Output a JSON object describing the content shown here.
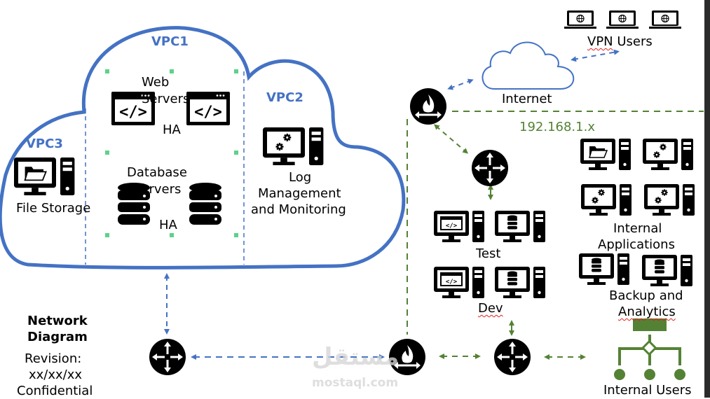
{
  "title": "Network Diagram",
  "colors": {
    "cloud_blue": "#4472c4",
    "lan_green": "#548235",
    "handle_green": "#5dd28b",
    "icon_black": "#000000"
  },
  "cloud": {
    "vpcs": [
      {
        "id": "vpc1",
        "label": "VPC1",
        "groups": [
          {
            "label_line1": "Web",
            "label_line2": "Servers",
            "ha": "HA",
            "icon": "code-window-icon",
            "count": 2
          },
          {
            "label_line1": "Database",
            "label_line2": "Servers",
            "ha": "HA",
            "icon": "database-icon",
            "count": 2
          }
        ]
      },
      {
        "id": "vpc2",
        "label": "VPC2",
        "node": {
          "label_lines": [
            "Log",
            "Management",
            "and Monitoring"
          ],
          "icon": "gear-workstation-icon"
        }
      },
      {
        "id": "vpc3",
        "label": "VPC3",
        "node": {
          "label": "File Storage",
          "icon": "folder-workstation-icon"
        }
      }
    ]
  },
  "internet": {
    "label": "Internet",
    "icon": "cloud-icon"
  },
  "vpn_users": {
    "label": "VPN Users",
    "icon": "laptop-globe-icon",
    "count": 3
  },
  "lan": {
    "subnet": "192.168.1.x"
  },
  "test": {
    "label": "Test",
    "icons": [
      "code-workstation-icon",
      "database-workstation-icon"
    ]
  },
  "dev": {
    "label": "Dev",
    "icons": [
      "code-workstation-icon",
      "database-workstation-icon"
    ]
  },
  "internal_apps": {
    "label_line1": "Internal",
    "label_line2": "Applications",
    "icons": [
      "folder-workstation-icon",
      "gear-workstation-icon",
      "gear-workstation-icon",
      "gear-workstation-icon"
    ]
  },
  "backup": {
    "label_line1": "Backup and",
    "label_line2": "Analytics",
    "icons": [
      "database-workstation-icon",
      "database-workstation-icon"
    ]
  },
  "internal_users": {
    "label": "Internal Users",
    "icon": "hierarchy-icon"
  },
  "legend": {
    "title_line1": "Network",
    "title_line2": "Diagram",
    "revision_label": "Revision:",
    "revision_value": "xx/xx/xx",
    "classification": "Confidential"
  },
  "watermark": {
    "arabic": "مستقل",
    "latin": "mostaql.com"
  }
}
